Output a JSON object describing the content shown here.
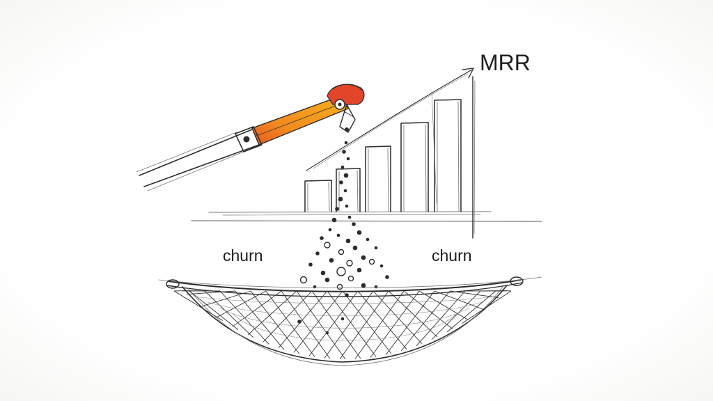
{
  "labels": {
    "axis": "MRR",
    "left": "churn",
    "right": "churn"
  },
  "colors": {
    "arm_start": "#f28a1e",
    "arm_end": "#f5b21c",
    "crank": "#e2452a",
    "ink": "#2b2b2b"
  },
  "icons": {
    "lever": "lever-arm-icon",
    "net": "safety-net-icon",
    "particles": "falling-particles-icon"
  }
}
